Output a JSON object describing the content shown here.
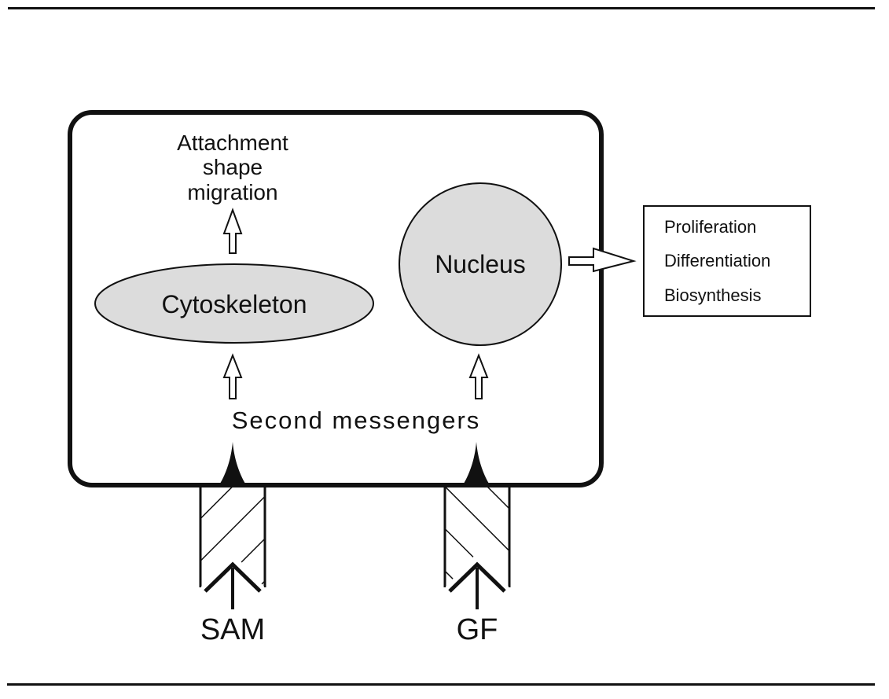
{
  "diagram": {
    "colors": {
      "line": "#111111",
      "organelle_fill": "#dcdcdc",
      "background": "#ffffff"
    },
    "cell": {
      "outputs_text": [
        "Attachment",
        "shape",
        "migration"
      ],
      "cytoskeleton_label": "Cytoskeleton",
      "nucleus_label": "Nucleus",
      "second_messengers_label": "Second messengers"
    },
    "outcomes_box": {
      "items": [
        "Proliferation",
        "Differentiation",
        "Biosynthesis"
      ]
    },
    "receptors": [
      {
        "label": "SAM",
        "hatch_direction": "forward"
      },
      {
        "label": "GF",
        "hatch_direction": "backward"
      }
    ],
    "icons": {
      "hollow_arrow": "up-arrow-outline-icon",
      "right_arrow": "right-arrow-outline-icon",
      "ligand_arrow": "chevron-up-arrow-icon",
      "signal_spike": "filled-spike-icon"
    }
  }
}
